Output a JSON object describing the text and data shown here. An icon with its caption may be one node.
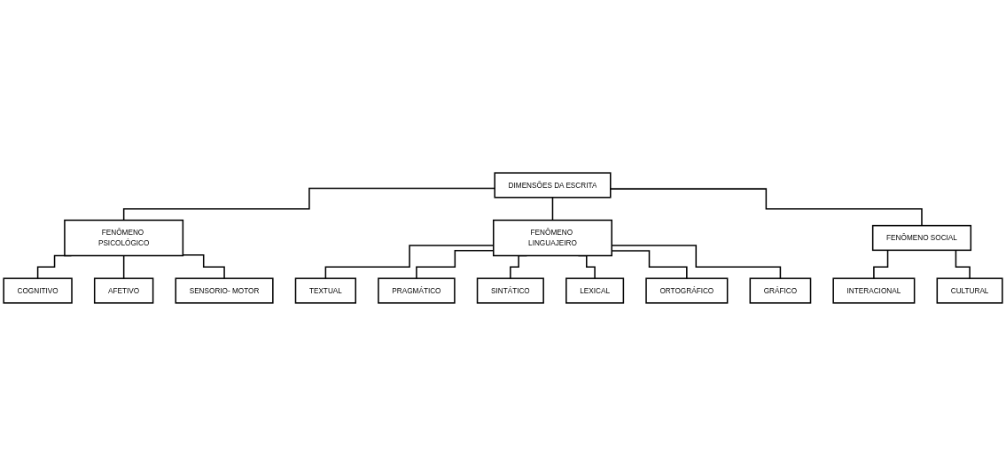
{
  "diagram": {
    "nodes": [
      {
        "text": [
          "DIMENSÕES DA ESCRITA"
        ]
      },
      {
        "text": [
          "FENÔMENO PSICOLÓGICO"
        ]
      },
      {
        "text": [
          "FENÔMENO LINGUAJEIRO"
        ]
      },
      {
        "text": [
          "FENÔMENO SOCIAL"
        ]
      },
      {
        "text": [
          "COGNITIVO"
        ]
      },
      {
        "text": [
          "AFETIVO"
        ]
      },
      {
        "text": [
          "SENSORIO- MOTOR"
        ]
      },
      {
        "text": [
          "TEXTUAL"
        ]
      },
      {
        "text": [
          "PRAGMÁTICO"
        ]
      },
      {
        "text": [
          "SINTÁTICO"
        ]
      },
      {
        "text": [
          "LEXICAL"
        ]
      },
      {
        "text": [
          "ORTOGRÁFICO"
        ]
      },
      {
        "text": [
          "GRÁFICO"
        ]
      },
      {
        "text": [
          "INTERACIONAL"
        ]
      },
      {
        "text": [
          "CULTURAL"
        ]
      }
    ],
    "edges": [
      {
        "from": 0,
        "to": 1,
        "arrow": "none"
      },
      {
        "from": 0,
        "to": 2,
        "arrow": "none"
      },
      {
        "from": 0,
        "to": 3,
        "arrow": "none"
      },
      {
        "from": 1,
        "to": 4,
        "arrow": "none"
      },
      {
        "from": 1,
        "to": 5,
        "arrow": "none"
      },
      {
        "from": 1,
        "to": 6,
        "arrow": "none"
      },
      {
        "from": 2,
        "to": 7,
        "arrow": "none"
      },
      {
        "from": 2,
        "to": 8,
        "arrow": "none"
      },
      {
        "from": 2,
        "to": 9,
        "arrow": "none"
      },
      {
        "from": 2,
        "to": 10,
        "arrow": "none"
      },
      {
        "from": 2,
        "to": 11,
        "arrow": "none"
      },
      {
        "from": 2,
        "to": 12,
        "arrow": "none"
      },
      {
        "from": 3,
        "to": 13,
        "arrow": "none"
      },
      {
        "from": 3,
        "to": 14,
        "arrow": "none"
      }
    ]
  }
}
